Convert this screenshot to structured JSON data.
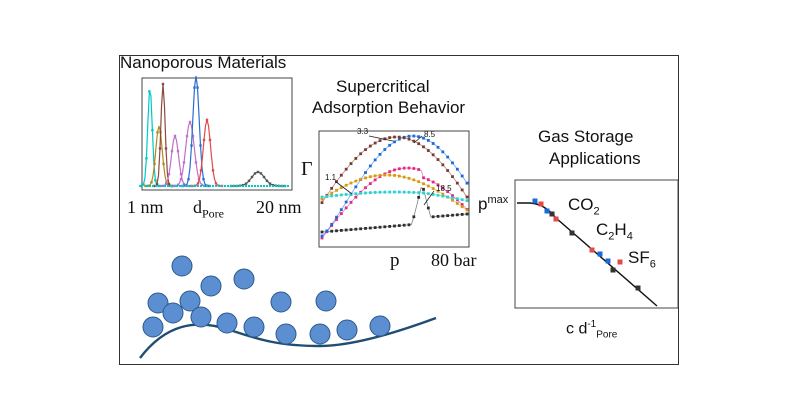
{
  "title": "Nanoporous Materials",
  "psd": {
    "x_start": "1 nm",
    "x_mid_main": "d",
    "x_mid_sub": "Pore",
    "x_end": "20 nm",
    "colors": [
      "#00c8c8",
      "#b08a20",
      "#8b4a3c",
      "#c070c8",
      "#2a6fd0",
      "#e04a4a",
      "#555555"
    ]
  },
  "adsorption": {
    "title_line1": "Supercritical",
    "title_line2": "Adsorption Behavior",
    "y_symbol": "Γ",
    "x_symbol": "p",
    "x_end": "80 bar",
    "labels": {
      "a": "3.3",
      "b": "8.5",
      "c": "1.1",
      "d": "18.5"
    }
  },
  "gas_storage": {
    "title_line1": "Gas Storage",
    "title_line2": "Applications",
    "y_main": "p",
    "y_sup": "max",
    "gas1_main": "CO",
    "gas1_sub": "2",
    "gas2_main": "C",
    "gas2_sub1": "2",
    "gas2_mid": "H",
    "gas2_sub2": "4",
    "gas3_main": "SF",
    "gas3_sub": "6",
    "x_main": "c d",
    "x_sup": "-1",
    "x_sub": "Pore"
  },
  "colors": {
    "sphere_fill": "#5b8fd2",
    "sphere_stroke": "#2c5a8c",
    "curve": "#1f4d73",
    "frame": "#333333"
  }
}
